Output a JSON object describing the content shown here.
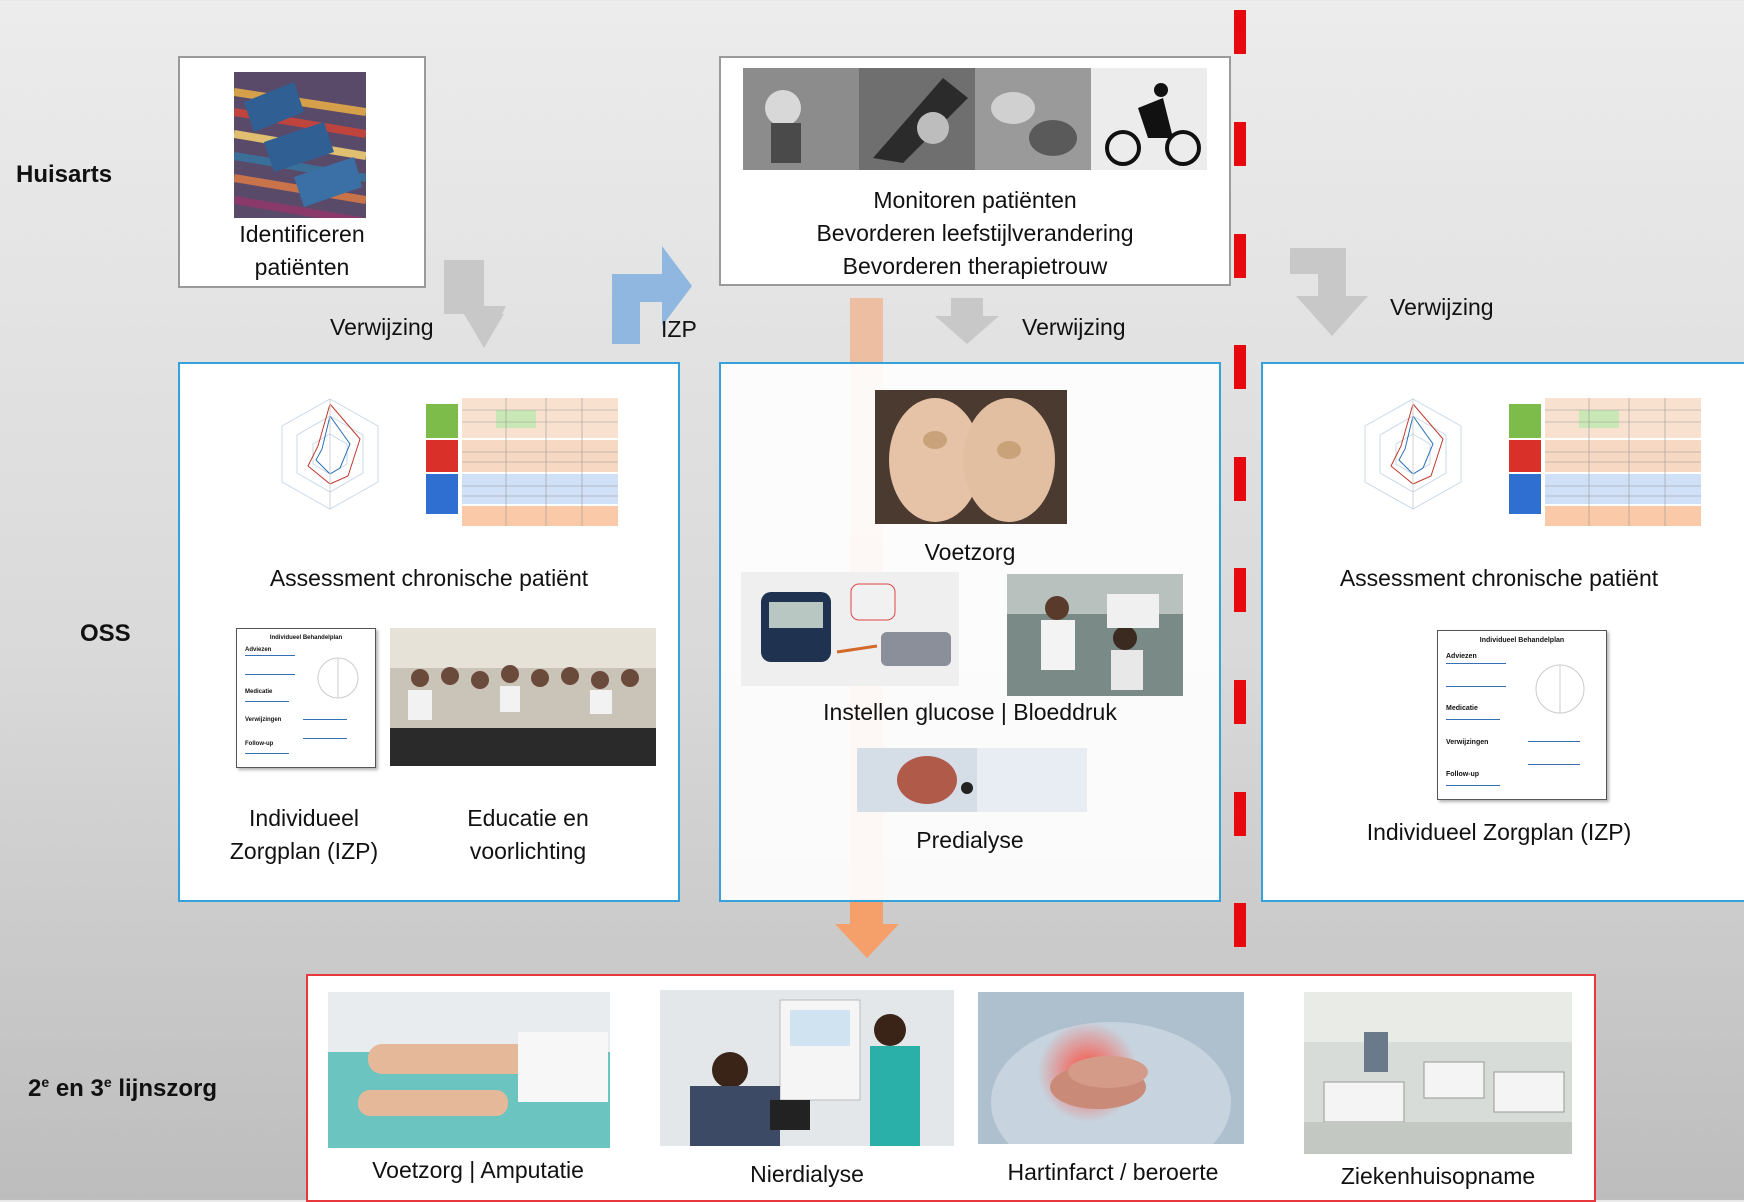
{
  "rows": {
    "huisarts": "Huisarts",
    "oss": "OSS",
    "lijnszorg_a": "2",
    "lijnszorg_sup1": "e",
    "lijnszorg_mid": " en 3",
    "lijnszorg_sup2": "e",
    "lijnszorg_b": " lijnszorg"
  },
  "huisarts": {
    "identify_line1": "Identificeren",
    "identify_line2": "patiënten",
    "monitor_line1": "Monitoren patiënten",
    "monitor_line2": "Bevorderen leefstijlverandering",
    "monitor_line3": "Bevorderen therapietrouw"
  },
  "arrows": {
    "verwijzing_1": "Verwijzing",
    "izp": "IZP",
    "verwijzing_2": "Verwijzing",
    "verwijzing_3": "Verwijzing"
  },
  "oss_left": {
    "assessment": "Assessment chronische patiënt",
    "izp_line1": "Individueel",
    "izp_line2": "Zorgplan (IZP)",
    "edu_line1": "Educatie en",
    "edu_line2": "voorlichting"
  },
  "oss_mid": {
    "voetzorg": "Voetzorg",
    "instellen": "Instellen glucose | Bloeddruk",
    "predialyse": "Predialyse"
  },
  "oss_right": {
    "assessment": "Assessment chronische patiënt",
    "izp": "Individueel Zorgplan (IZP)"
  },
  "behandelplan": {
    "title": "Individueel Behandelplan",
    "s1": "Adviezen",
    "s2": "Medicatie",
    "s3": "Verwijzingen",
    "s4": "Follow-up"
  },
  "second_line": {
    "c1": "Voetzorg | Amputatie",
    "c2": "Nierdialyse",
    "c3": "Hartinfarct / beroerte",
    "c4": "Ziekenhuisopname"
  },
  "colors": {
    "blue_border": "#34a3dc",
    "red_border": "#e8383d",
    "dash_red": "#e8090f",
    "orange_arrow": "#f5a06b",
    "gray_arrow": "#c8c8c8"
  }
}
